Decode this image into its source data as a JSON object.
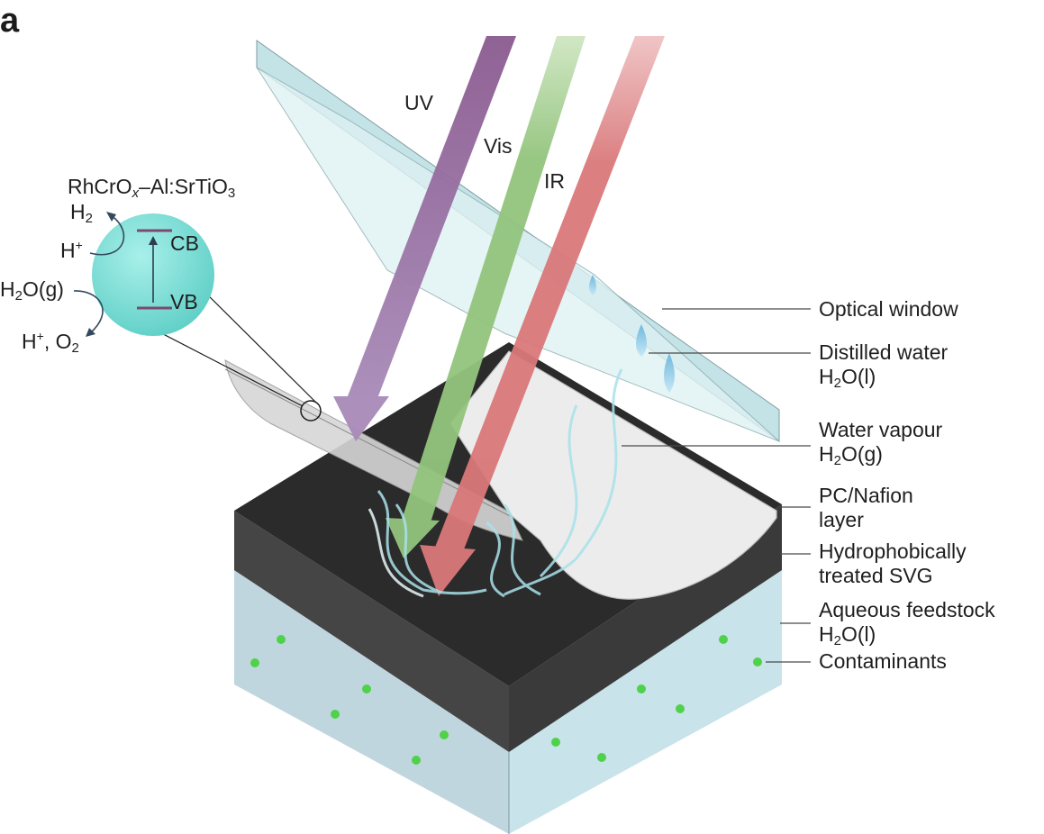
{
  "panel_label": "a",
  "beams": [
    {
      "id": "uv",
      "label": "UV",
      "color": "#9b78a8"
    },
    {
      "id": "vis",
      "label": "Vis",
      "color": "#93c47d"
    },
    {
      "id": "ir",
      "label": "IR",
      "color": "#d9787a"
    }
  ],
  "catalyst": {
    "formula_parts": {
      "a": "RhCrO",
      "x": "x",
      "b": "–Al:SrTiO",
      "three": "3"
    },
    "h2": {
      "h": "H",
      "sub": "2"
    },
    "hplus": {
      "h": "H",
      "sup": "+"
    },
    "h2o_g": {
      "h": "H",
      "sub": "2",
      "rest": "O(g)"
    },
    "products": {
      "h": "H",
      "sup": "+",
      "rest": ", O",
      "sub": "2"
    },
    "cb": "CB",
    "vb": "VB",
    "sphere_color": "#7fe0d8"
  },
  "legend": [
    {
      "line1": "Optical window"
    },
    {
      "line1": "Distilled water",
      "l2_pre": "H",
      "l2_sub": "2",
      "l2_post": "O(l)"
    },
    {
      "line1": "Water vapour",
      "l2_pre": "H",
      "l2_sub": "2",
      "l2_post": "O(g)"
    },
    {
      "line1": "PC/Nafion",
      "line2": "layer"
    },
    {
      "line1": "Hydrophobically",
      "line2": "treated SVG"
    },
    {
      "line1": "Aqueous feedstock",
      "l2_pre": "H",
      "l2_sub": "2",
      "l2_post": "O(l)"
    },
    {
      "line1": "Contaminants"
    }
  ],
  "colors": {
    "water_block_left": "#c0d6de",
    "water_block_right": "#c8e3ea",
    "svg_top": "#2b2b2b",
    "svg_side": "#454545",
    "window": "#b9dfe3",
    "nafion": "#ececec",
    "contaminant": "#4fd24a"
  }
}
